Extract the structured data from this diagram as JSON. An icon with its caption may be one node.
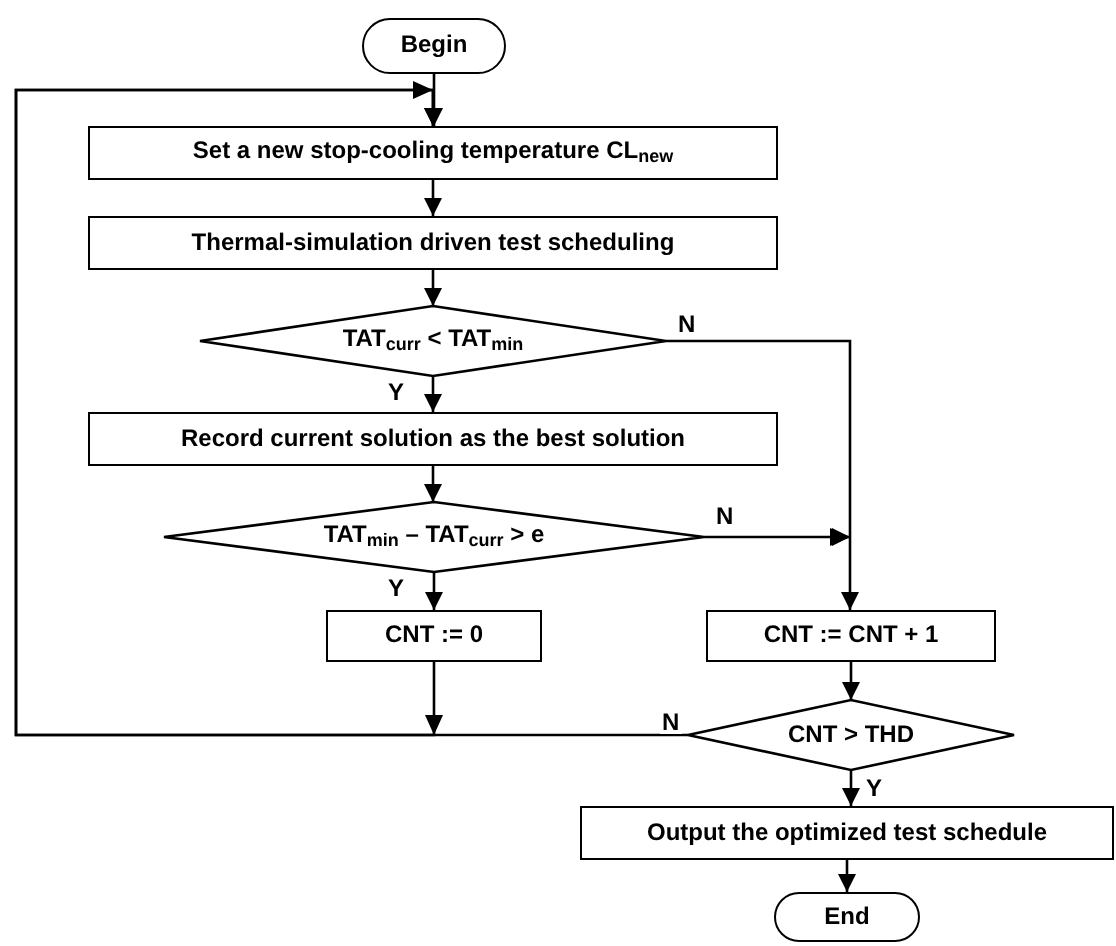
{
  "diagram": {
    "nodes": [
      {
        "text": [
          "Begin"
        ]
      },
      {
        "text": [
          "Set a new stop-cooling temperature CL$_{new}$"
        ]
      },
      {
        "text": [
          "Thermal-simulation driven test scheduling"
        ]
      },
      {
        "text": [
          "TAT$_{curr}$ < TAT$_{min}$"
        ]
      },
      {
        "text": [
          "Record current solution as the best solution"
        ]
      },
      {
        "text": [
          "TAT$_{min}$ – TAT$_{curr}$ > e"
        ]
      },
      {
        "text": [
          "CNT := 0"
        ]
      },
      {
        "text": [
          "CNT := CNT + 1"
        ]
      },
      {
        "text": [
          "CNT > THD"
        ]
      },
      {
        "text": [
          "Output the optimized test schedule"
        ]
      },
      {
        "text": [
          "End"
        ]
      }
    ],
    "edges": [
      {
        "from": 0,
        "to": 1,
        "arrow": "to"
      },
      {
        "from": 1,
        "to": 2,
        "arrow": "to"
      },
      {
        "from": 2,
        "to": 3,
        "arrow": "to"
      },
      {
        "from": 3,
        "to": 4,
        "label": "Y",
        "arrow": "to"
      },
      {
        "from": 3,
        "to": 7,
        "label": "N",
        "arrow": "to"
      },
      {
        "from": 4,
        "to": 5,
        "arrow": "to"
      },
      {
        "from": 5,
        "to": 6,
        "label": "Y",
        "arrow": "to"
      },
      {
        "from": 5,
        "to": 7,
        "label": "N",
        "arrow": "to"
      },
      {
        "from": 6,
        "to": 1,
        "arrow": "to"
      },
      {
        "from": 7,
        "to": 8,
        "arrow": "to"
      },
      {
        "from": 8,
        "to": 1,
        "label": "N",
        "arrow": "to"
      },
      {
        "from": 8,
        "to": 9,
        "label": "Y",
        "arrow": "to"
      },
      {
        "from": 9,
        "to": 10,
        "arrow": "to"
      }
    ]
  }
}
